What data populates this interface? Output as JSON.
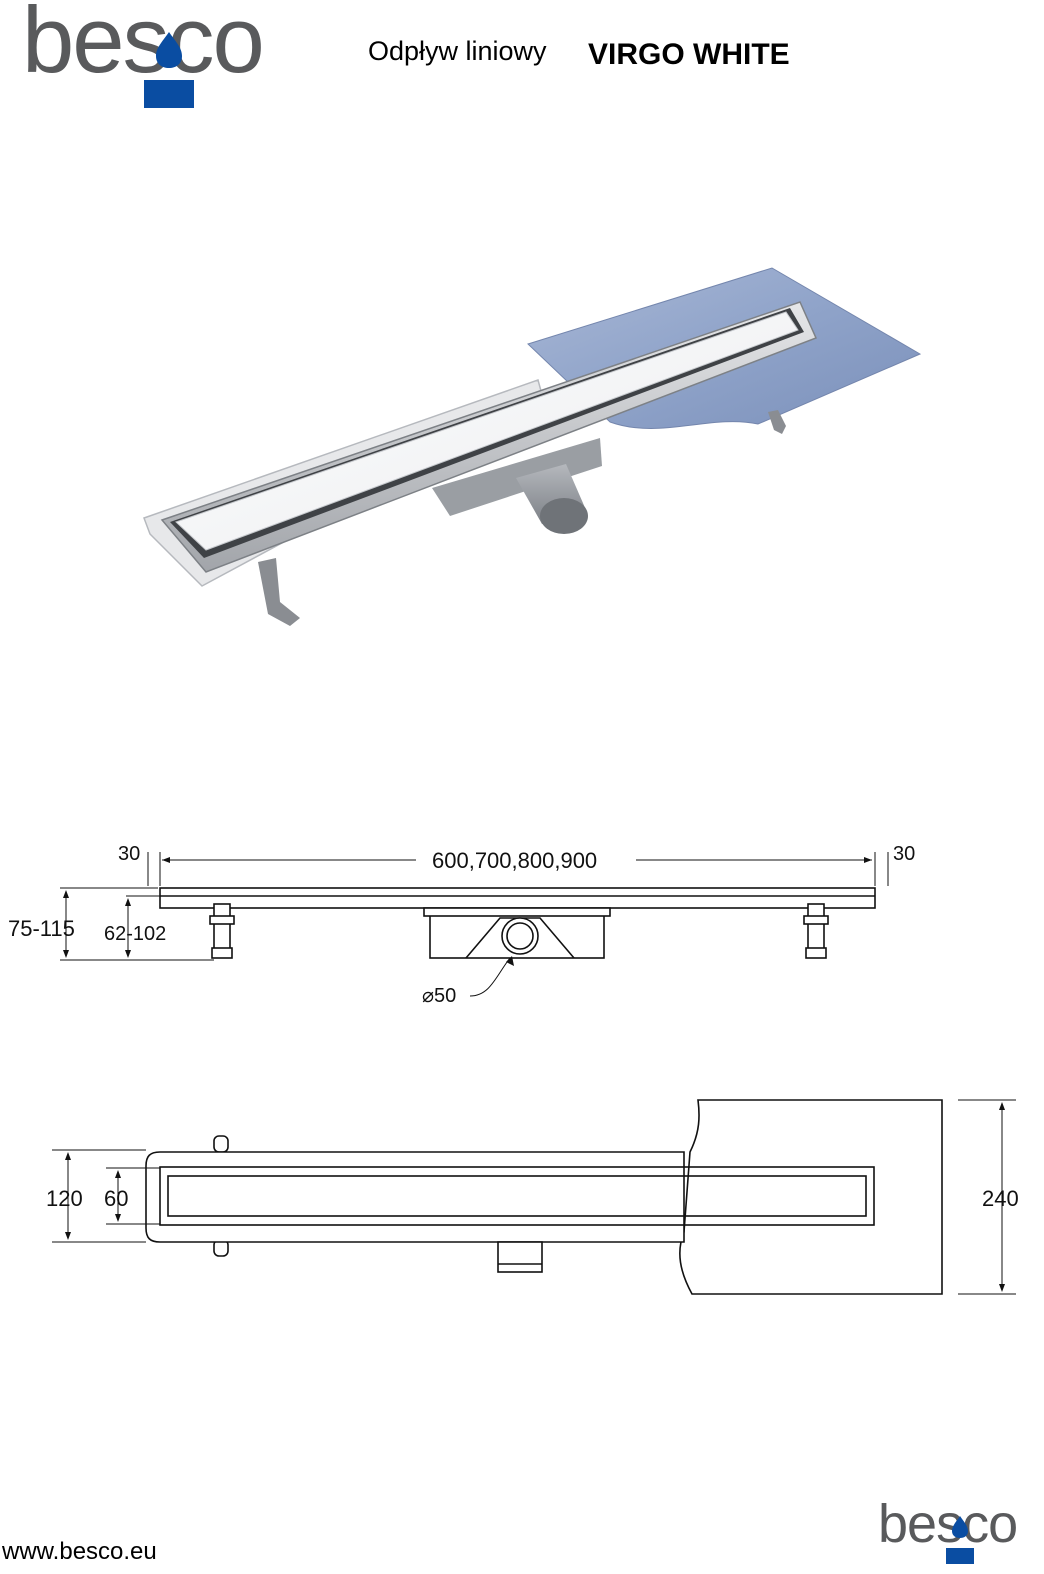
{
  "brand": {
    "logo_text": "besco",
    "logo_color": "#595a5c",
    "accent_color": "#0a4da2"
  },
  "header": {
    "title_prefix": "Odpływ liniowy",
    "title_product": "VIRGO WHITE"
  },
  "side_view": {
    "dim_left_offset": "30",
    "dim_length": "600,700,800,900",
    "dim_right_offset": "30",
    "dim_total_height": "75-115",
    "dim_adjust_height": "62-102",
    "dim_outlet": "⌀50"
  },
  "top_view": {
    "dim_body_width": "120",
    "dim_grate_width": "60",
    "dim_membrane_width": "240"
  },
  "footer": {
    "url": "www.besco.eu",
    "logo_text": "besco"
  }
}
